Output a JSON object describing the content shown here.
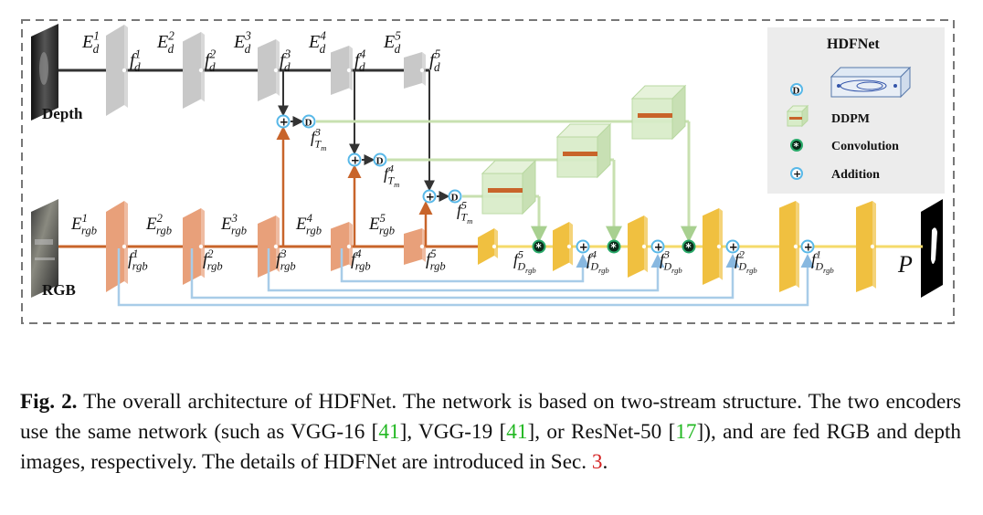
{
  "diagram": {
    "depth_label": "Depth",
    "rgb_label": "RGB",
    "output_label": "P",
    "depth_encoders": [
      {
        "base": "E",
        "sub": "d",
        "sup": "1"
      },
      {
        "base": "E",
        "sub": "d",
        "sup": "2"
      },
      {
        "base": "E",
        "sub": "d",
        "sup": "3"
      },
      {
        "base": "E",
        "sub": "d",
        "sup": "4"
      },
      {
        "base": "E",
        "sub": "d",
        "sup": "5"
      }
    ],
    "depth_features": [
      {
        "base": "f",
        "sub": "d",
        "sup": "1"
      },
      {
        "base": "f",
        "sub": "d",
        "sup": "2"
      },
      {
        "base": "f",
        "sub": "d",
        "sup": "3"
      },
      {
        "base": "f",
        "sub": "d",
        "sup": "4"
      },
      {
        "base": "f",
        "sub": "d",
        "sup": "5"
      }
    ],
    "rgb_encoders": [
      {
        "base": "E",
        "sub": "rgb",
        "sup": "1"
      },
      {
        "base": "E",
        "sub": "rgb",
        "sup": "2"
      },
      {
        "base": "E",
        "sub": "rgb",
        "sup": "3"
      },
      {
        "base": "E",
        "sub": "rgb",
        "sup": "4"
      },
      {
        "base": "E",
        "sub": "rgb",
        "sup": "5"
      }
    ],
    "rgb_features": [
      {
        "base": "f",
        "sub": "rgb",
        "sup": "1"
      },
      {
        "base": "f",
        "sub": "rgb",
        "sup": "2"
      },
      {
        "base": "f",
        "sub": "rgb",
        "sup": "3"
      },
      {
        "base": "f",
        "sub": "rgb",
        "sup": "4"
      },
      {
        "base": "f",
        "sub": "rgb",
        "sup": "5"
      }
    ],
    "transmitted_features": [
      {
        "base": "f",
        "sub": "T",
        "subsub": "m",
        "sup": "3"
      },
      {
        "base": "f",
        "sub": "T",
        "subsub": "m",
        "sup": "4"
      },
      {
        "base": "f",
        "sub": "T",
        "subsub": "m",
        "sup": "5"
      }
    ],
    "decoder_features": [
      {
        "base": "f",
        "sub": "D",
        "subsub": "rgb",
        "sup": "5"
      },
      {
        "base": "f",
        "sub": "D",
        "subsub": "rgb",
        "sup": "4"
      },
      {
        "base": "f",
        "sub": "D",
        "subsub": "rgb",
        "sup": "3"
      },
      {
        "base": "f",
        "sub": "D",
        "subsub": "rgb",
        "sup": "2"
      },
      {
        "base": "f",
        "sub": "D",
        "subsub": "rgb",
        "sup": "1"
      }
    ],
    "ddpm_symbol": "D",
    "add_symbol": "+",
    "conv_symbol": "*",
    "legend": {
      "title": "HDFNet",
      "items": [
        {
          "icon": "ddpm-d-icon",
          "label": ""
        },
        {
          "icon": "ddpm-cube-icon",
          "label": "DDPM"
        },
        {
          "icon": "convolution-icon",
          "label": "Convolution"
        },
        {
          "icon": "addition-icon",
          "label": "Addition"
        }
      ]
    },
    "colors": {
      "depth_stream": "#333333",
      "depth_encoder": "#c8c8c8",
      "rgb_stream": "#c8642a",
      "rgb_encoder": "#e8a07a",
      "decoder": "#f0c040",
      "decoder_line": "#f5da6a",
      "skip_line": "#a8cce8",
      "ddpm_line": "#c8e0b0",
      "ddpm_cube": "#d8ecc8",
      "legend_bg": "#ececec",
      "addition": "#58b8e8",
      "convolution": "#2aaa6a"
    }
  },
  "caption": {
    "figure": "Fig. 2.",
    "part1": " The overall architecture of HDFNet. The network is based on two-stream structure. The two encoders use the same network (such as VGG-16 [",
    "cite1": "41",
    "part2": "], VGG-19 [",
    "cite2": "41",
    "part3": "], or ResNet-50 [",
    "cite3": "17",
    "part4": "]), and are fed RGB and depth images, respectively. The details of HDFNet are introduced in Sec. ",
    "ref": "3",
    "part5": "."
  }
}
